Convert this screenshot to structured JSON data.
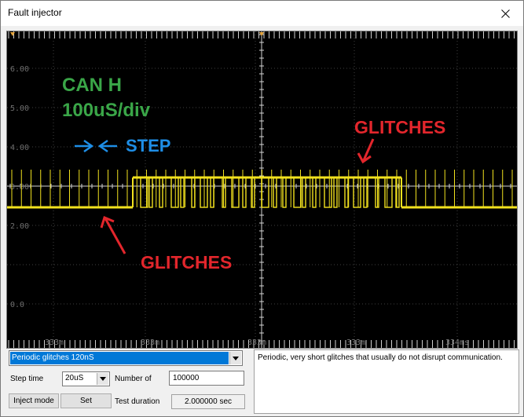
{
  "window": {
    "title": "Fault injector"
  },
  "colors": {
    "scope_bg": "#000000",
    "grid": "#3f3f3f",
    "axis": "#d4d4d4",
    "trace": "#f2e21e",
    "annot_green": "#3aa648",
    "annot_blue": "#1e8ee6",
    "annot_red": "#e3262c",
    "marker_orange": "#e4a33a"
  },
  "scope": {
    "y_axis": {
      "ticks": [
        {
          "value": 6,
          "label": "6.00"
        },
        {
          "value": 5,
          "label": "5.00"
        },
        {
          "value": 4,
          "label": "4.00"
        },
        {
          "value": 3,
          "label": "3.00"
        },
        {
          "value": 2,
          "label": "2.00"
        },
        {
          "value": 0,
          "label": "0.0"
        }
      ]
    },
    "x_axis": {
      "ticks": [
        "333m",
        "333m",
        "333m",
        "333m",
        "334ms"
      ]
    },
    "annotations": {
      "channel": "CAN H",
      "timebase": "100uS/div",
      "step": "STEP",
      "glitches_upper": "GLITCHES",
      "glitches_lower": "GLITCHES"
    }
  },
  "controls": {
    "mode_selected": "Periodic glitches 120nS",
    "description": "Periodic, very short glitches that usually do not disrupt communication.",
    "step_time_label": "Step time",
    "step_time_value": "20uS",
    "number_of_label": "Number of",
    "number_of_value": "100000",
    "inject_mode_label": "Inject mode",
    "set_label": "Set",
    "test_duration_label": "Test duration",
    "test_duration_value": "2.000000 sec"
  },
  "icons": {
    "close": "close-icon",
    "dropdown": "chevron-down-icon"
  }
}
